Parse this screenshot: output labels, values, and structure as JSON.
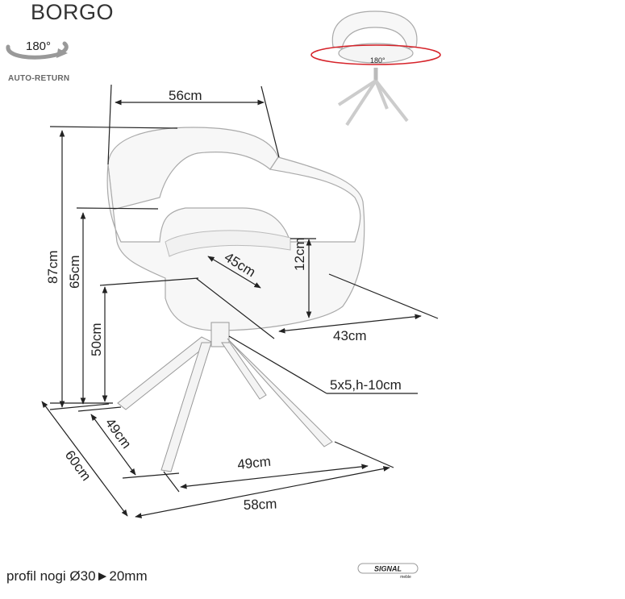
{
  "product": {
    "name": "BORGO"
  },
  "rotation_badge": {
    "angle": "180°",
    "label": "AUTO-RETURN"
  },
  "thumbnail": {
    "angle": "180°",
    "accent_color": "#d6232a"
  },
  "dimensions": {
    "width_top": "56cm",
    "height_total": "87cm",
    "height_armrest": "65cm",
    "height_seat": "50cm",
    "seat_depth": "45cm",
    "armrest_height": "12cm",
    "seat_width": "43cm",
    "leg_profile": "5x5,h-10cm",
    "base_depth": "49cm",
    "base_width": "49cm",
    "total_depth": "60cm",
    "total_width": "58cm"
  },
  "footer": {
    "text": "profil nogi Ø30►20mm"
  },
  "brand": {
    "logo_text": "SIGNAL",
    "logo_sub": "meble"
  },
  "colors": {
    "line": "#222222",
    "chair_outline": "#aaaaaa",
    "chair_fill": "#f7f7f7"
  }
}
